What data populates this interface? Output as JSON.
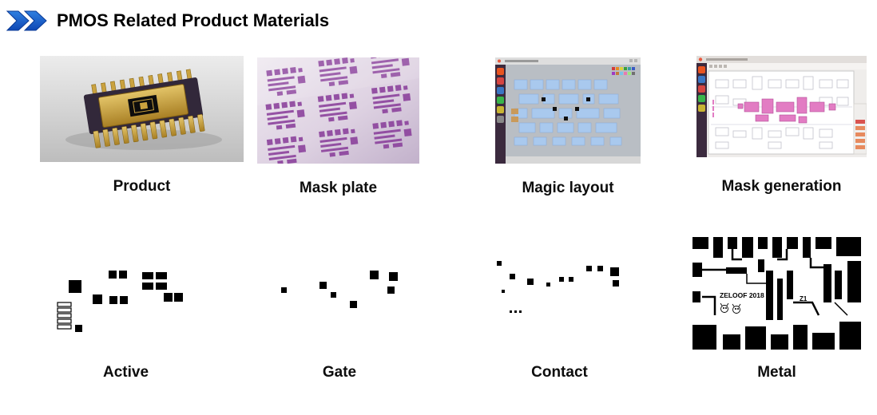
{
  "title": "PMOS Related Product Materials",
  "header_icon": "double-chevron-icon",
  "colors": {
    "accent_blue": "#1b57c2",
    "mask_purple": "#8a3f9b",
    "magic_cell_blue": "#a9c9ee",
    "mask_gen_magenta": "#e27cc3",
    "launcher_dark": "#3b2a3e",
    "caption_text": "#0d0d0d"
  },
  "cards": [
    {
      "caption": "Product"
    },
    {
      "caption": "Mask plate"
    },
    {
      "caption": "Magic layout"
    },
    {
      "caption": "Mask generation"
    },
    {
      "caption": "Active"
    },
    {
      "caption": "Gate"
    },
    {
      "caption": "Contact"
    },
    {
      "caption": "Metal",
      "labels": {
        "maker": "ZELOOF 2018",
        "chip_id": "Z1"
      }
    }
  ]
}
